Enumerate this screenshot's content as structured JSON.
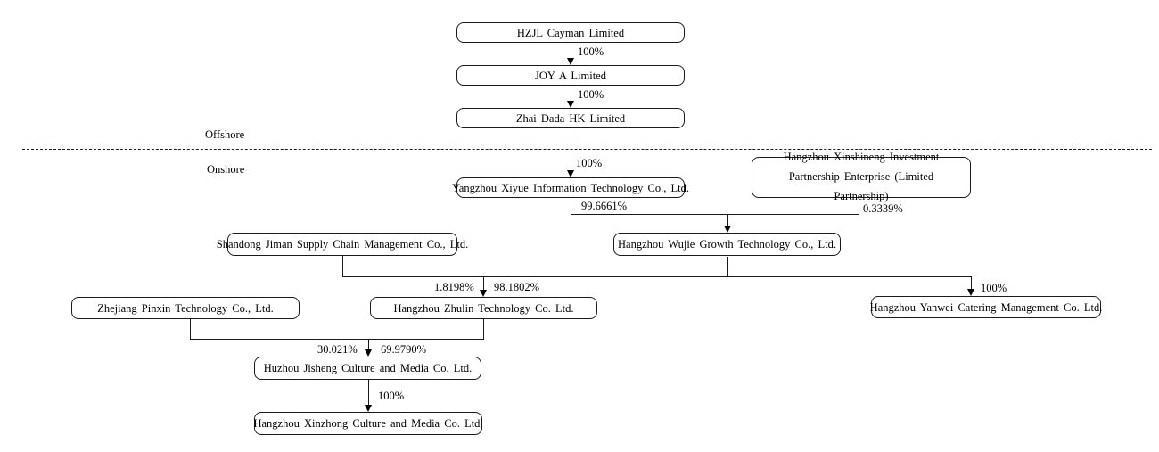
{
  "diagram_title": "corporate-ownership-structure",
  "regions": {
    "offshore": "Offshore",
    "onshore": "Onshore"
  },
  "nodes": {
    "hzjl": "HZJL Cayman Limited",
    "joy": "JOY A Limited",
    "zhai": "Zhai Dada HK Limited",
    "yangzhou": "Yangzhou Xiyue Information Technology Co., Ltd.",
    "xinshineng": "Hangzhou Xinshineng Investment Partnership Enterprise (Limited Partnership)",
    "shandong": "Shandong Jiman Supply Chain Management Co., Ltd.",
    "wujie": "Hangzhou Wujie Growth Technology Co., Ltd.",
    "pinxin": "Zhejiang Pinxin Technology Co., Ltd.",
    "zhulin": "Hangzhou Zhulin Technology Co. Ltd.",
    "yanwei": "Hangzhou Yanwei Catering Management Co. Ltd.",
    "jisheng": "Huzhou Jisheng Culture and Media Co. Ltd.",
    "xinzhong": "Hangzhou Xinzhong Culture and Media Co. Ltd."
  },
  "edges": {
    "hzjl_joy": "100%",
    "joy_zhai": "100%",
    "zhai_yangzhou": "100%",
    "yangzhou_wujie": "99.6661%",
    "xinshineng_wujie": "0.3339%",
    "shandong_zhulin": "1.8198%",
    "wujie_zhulin": "98.1802%",
    "wujie_yanwei": "100%",
    "pinxin_jisheng": "30.021%",
    "zhulin_jisheng": "69.9790%",
    "jisheng_xinzhong": "100%"
  },
  "colors": {
    "background": "#ffffff",
    "box_fill": "#ffffff",
    "box_border": "#1a1a1a",
    "line": "#1a1a1a",
    "text": "#000000"
  }
}
